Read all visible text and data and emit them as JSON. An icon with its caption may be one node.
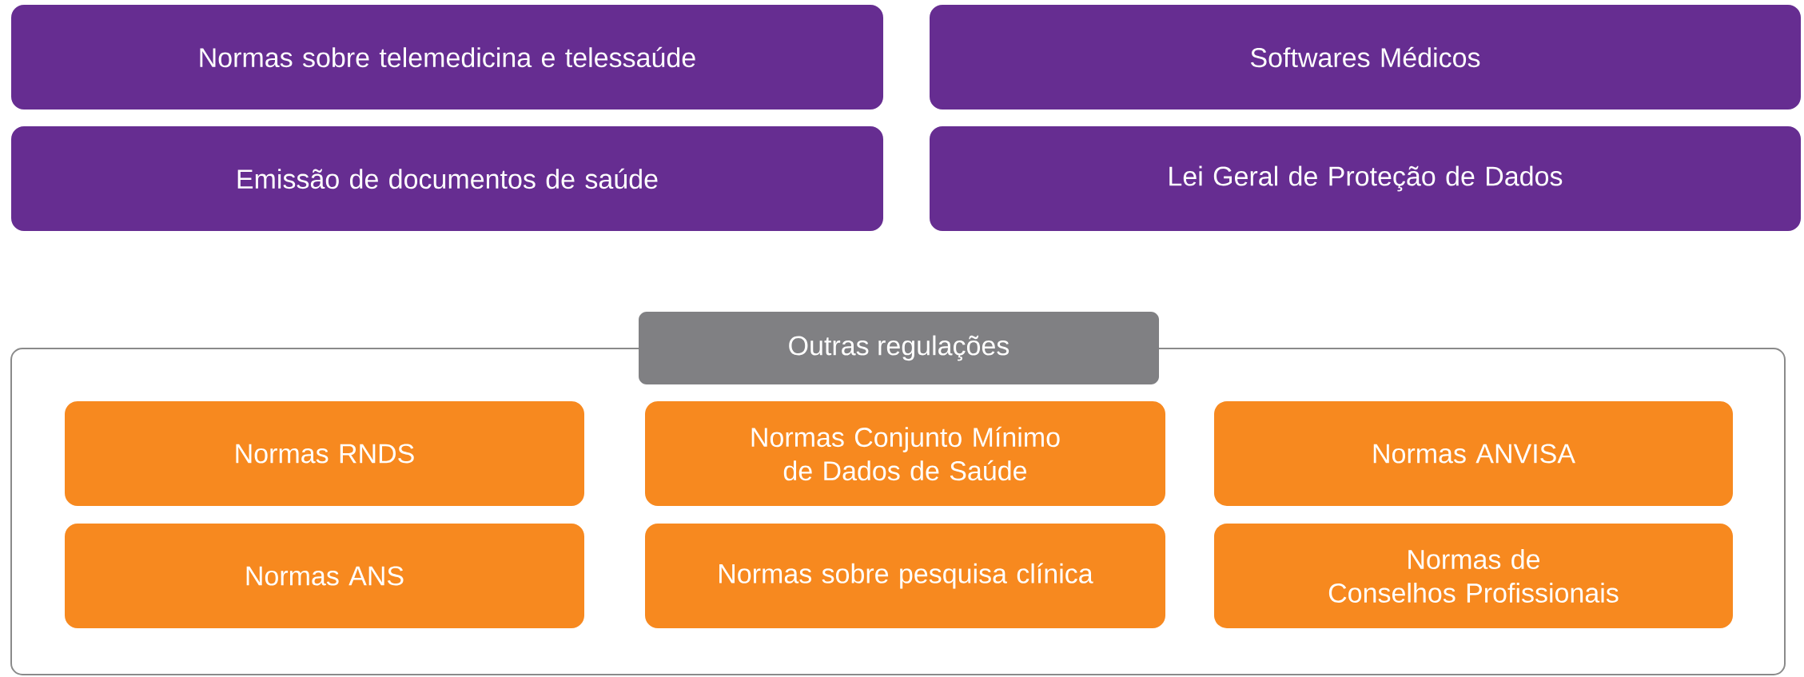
{
  "diagram": {
    "nodes": [
      {
        "text": [
          "Normas sobre telemedicina e telessaúde"
        ]
      },
      {
        "text": [
          "Softwares Médicos"
        ]
      },
      {
        "text": [
          "Emissão de documentos de saúde"
        ]
      },
      {
        "text": [
          "Lei Geral de Proteção de Dados"
        ]
      },
      {
        "text": [
          "Outras regulações"
        ]
      },
      {
        "text": [
          "Normas RNDS"
        ],
        "in": 4
      },
      {
        "text": [
          "Normas Conjunto Mínimo de Dados de Saúde"
        ],
        "in": 4
      },
      {
        "text": [
          "Normas ANVISA"
        ],
        "in": 4
      },
      {
        "text": [
          "Normas ANS"
        ],
        "in": 4
      },
      {
        "text": [
          "Normas sobre pesquisa clínica"
        ],
        "in": 4
      },
      {
        "text": [
          "Normas de Conselhos Profissionais"
        ],
        "in": 4
      }
    ]
  }
}
